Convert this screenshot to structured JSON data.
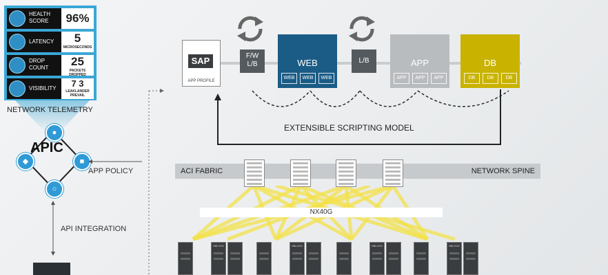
{
  "telemetry": {
    "rows": [
      {
        "label": "HEALTH SCORE",
        "value": "96%",
        "sub": ""
      },
      {
        "label": "LATENCY",
        "value": "5",
        "sub": "MICROSECONDS"
      },
      {
        "label": "DROP COUNT",
        "value": "25",
        "sub": "PACKETS DROPPED"
      },
      {
        "label": "VISIBILITY",
        "value": "7 3",
        "sub": "LEAKLANDER PREVAIL"
      }
    ],
    "title": "NETWORK TELEMETRY"
  },
  "apic": {
    "label": "APIC",
    "app_policy": "APP POLICY",
    "api_integration": "API INTEGRATION"
  },
  "app_profile": {
    "logo": "SAP",
    "label": "APP PROFILE"
  },
  "chain": {
    "fw": "F/W L/B",
    "web": {
      "title": "WEB",
      "items": [
        "WEB",
        "WEB",
        "WEB"
      ],
      "color": "#1b5c86"
    },
    "lb": "L/B",
    "app": {
      "title": "APP",
      "items": [
        "APP",
        "APP",
        "APP"
      ],
      "color": "#b9bcbf"
    },
    "db": {
      "title": "DB",
      "items": [
        "DB",
        "DB",
        "DB"
      ],
      "color": "#c9b300"
    }
  },
  "scripting": "EXTENSIBLE SCRIPTING MODEL",
  "fabric": {
    "left": "ACI FABRIC",
    "right": "NETWORK SPINE"
  },
  "nx": "NX40G",
  "rack_label": "VBLOCK",
  "colors": {
    "telemetry": "#3aa7d6",
    "link": "#f3e24a",
    "icon": "#2f9ad6"
  }
}
